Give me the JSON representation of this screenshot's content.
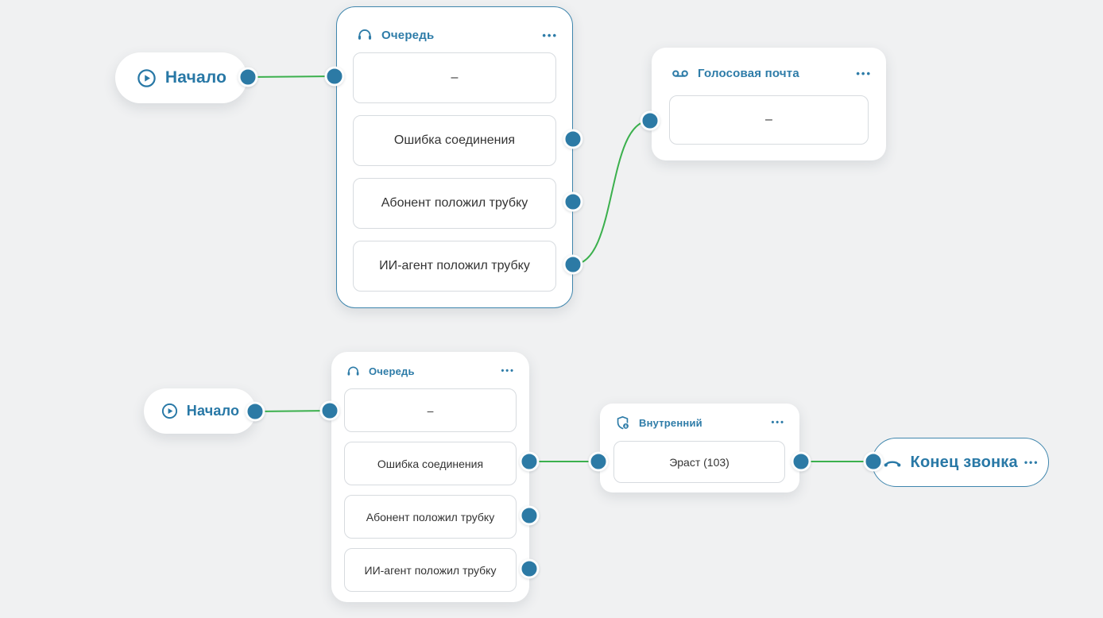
{
  "ui": {
    "ellipsis": "•••"
  },
  "colors": {
    "accent": "#2e7ca8",
    "port_blue": "#2c7aa5",
    "edge_green": "#3bb04d",
    "card_border_blue": "#3f86ad",
    "slot_border": "#d7dbdf",
    "slot_text": "#333333",
    "background": "#f0f1f2"
  },
  "nodes": {
    "start_top": {
      "label": "Начало"
    },
    "queue_top": {
      "title": "Очередь",
      "slots": [
        "–",
        "Ошибка соединения",
        "Абонент положил трубку",
        "ИИ-агент положил трубку"
      ]
    },
    "voicemail": {
      "title": "Голосовая почта",
      "slots": [
        "–"
      ]
    },
    "start_bottom": {
      "label": "Начало"
    },
    "queue_bottom": {
      "title": "Очередь",
      "slots": [
        "–",
        "Ошибка соединения",
        "Абонент положил трубку",
        "ИИ-агент положил трубку"
      ]
    },
    "internal": {
      "title": "Внутренний",
      "slots": [
        "Эраст (103)"
      ]
    },
    "end_call": {
      "label": "Конец звонка"
    }
  }
}
